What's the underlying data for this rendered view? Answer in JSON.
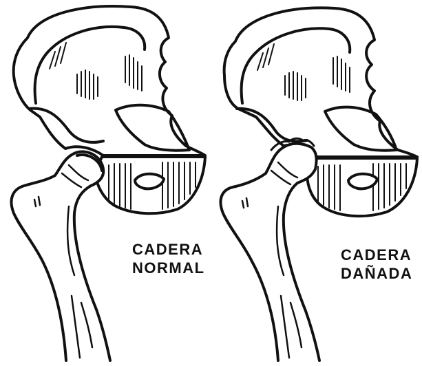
{
  "colors": {
    "ink": "#111111",
    "paper": "#ffffff"
  },
  "panels": [
    {
      "id": "normal",
      "label_lines": [
        "CADERA",
        "NORMAL"
      ]
    },
    {
      "id": "damaged",
      "label_lines": [
        "CADERA",
        "DAÑADA"
      ]
    }
  ]
}
